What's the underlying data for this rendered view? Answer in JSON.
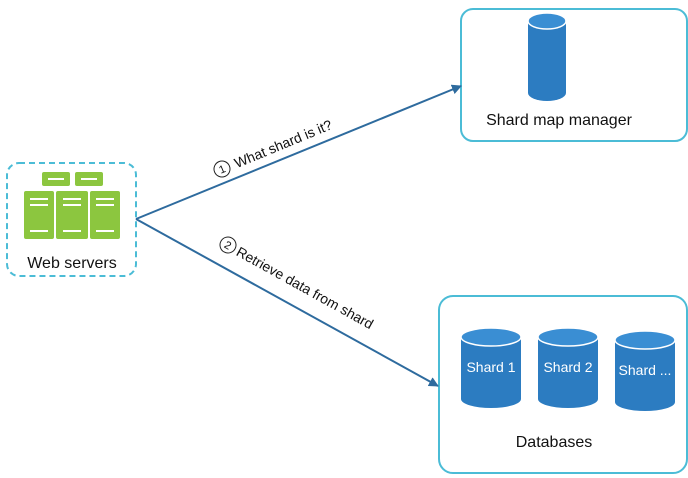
{
  "nodes": {
    "web_servers": {
      "label": "Web servers"
    },
    "shard_map_manager": {
      "label": "Shard map manager"
    },
    "databases": {
      "label": "Databases",
      "shards": [
        "Shard 1",
        "Shard 2",
        "Shard ..."
      ]
    }
  },
  "edges": [
    {
      "step": "1",
      "label": "What shard is it?"
    },
    {
      "step": "2",
      "label": "Retrieve data from shard"
    }
  ],
  "colors": {
    "box_border": "#4bbcd6",
    "arrow": "#2e6b9e",
    "cylinder": "#2c7cc1",
    "server": "#8cc63f"
  }
}
